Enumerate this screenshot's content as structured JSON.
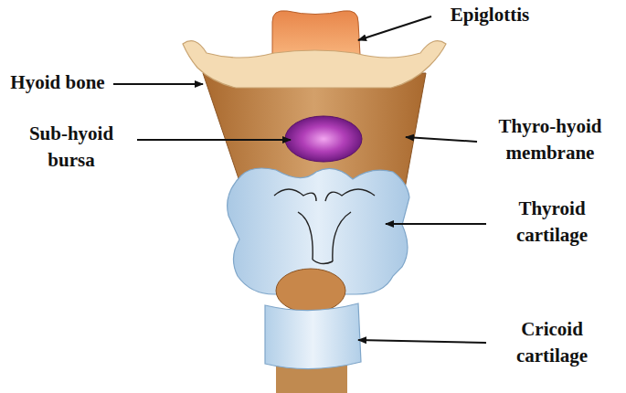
{
  "diagram": {
    "labels": [
      "Epiglottis",
      "Hyoid bone",
      "Sub-hyoid bursa",
      "Thyro-hyoid membrane",
      "Thyroid cartilage",
      "Cricoid cartilage"
    ]
  }
}
